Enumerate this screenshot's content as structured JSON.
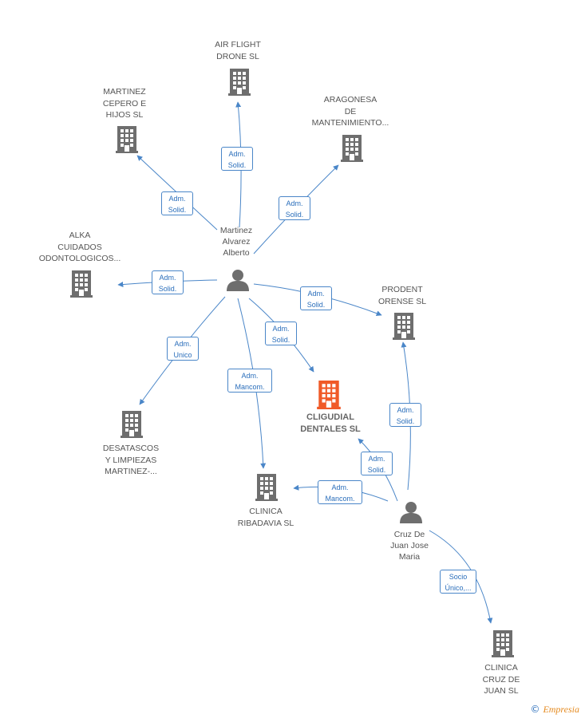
{
  "colors": {
    "edge": "#4a86c8",
    "building": "#6e6e6e",
    "main_building": "#f05a28",
    "person": "#6e6e6e"
  },
  "main_company": {
    "label": "CLIGUDIAL\nDENTALES SL",
    "icon": "building-icon"
  },
  "companies": {
    "air_flight": "AIR FLIGHT\nDRONE  SL",
    "martinez_cepero": "MARTINEZ\nCEPERO E\nHIJOS SL",
    "aragonesa": "ARAGONESA\nDE\nMANTENIMIENTO...",
    "alka": "ALKA\nCUIDADOS\nODONTOLOGICOS...",
    "prodent": "PRODENT\nORENSE SL",
    "desatascos": "DESATASCOS\nY LIMPIEZAS\nMARTINEZ-...",
    "clinica_ribadavia": "CLINICA\nRIBADAVIA SL",
    "clinica_cruz": "CLINICA\nCRUZ DE\nJUAN SL"
  },
  "persons": {
    "martinez": "Martinez\nAlvarez\nAlberto",
    "cruz": "Cruz De\nJuan Jose\nMaria"
  },
  "edges": {
    "e_air": "Adm.\nSolid.",
    "e_cepero": "Adm.\nSolid.",
    "e_aragonesa": "Adm.\nSolid.",
    "e_alka": "Adm.\nSolid.",
    "e_prodent_m": "Adm.\nSolid.",
    "e_main_m": "Adm.\nSolid.",
    "e_desatascos": "Adm.\nUnico",
    "e_ribadavia_m": "Adm.\nMancom.",
    "e_main_c": "Adm.\nSolid.",
    "e_prodent_c": "Adm.\nSolid.",
    "e_ribadavia_c": "Adm.\nMancom.",
    "e_cruz": "Socio\nÚnico,..."
  },
  "footer": {
    "copyright": "©",
    "brand": "Empresia"
  }
}
